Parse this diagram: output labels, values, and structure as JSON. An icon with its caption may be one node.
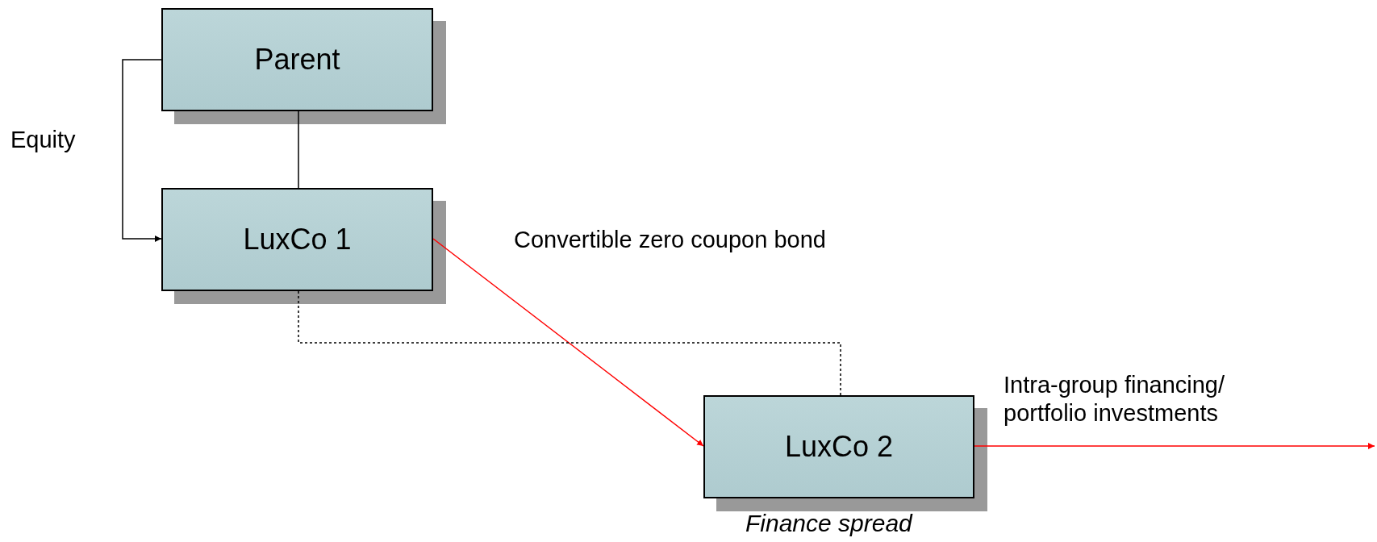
{
  "diagram": {
    "nodes": [
      {
        "text": [
          "Parent"
        ]
      },
      {
        "text": [
          "LuxCo 1"
        ]
      },
      {
        "text": [
          "LuxCo 2"
        ],
        "beside": [
          "Finance spread"
        ]
      }
    ],
    "edges": [
      {
        "from": 0,
        "to": 1,
        "arrow": "none"
      },
      {
        "from": 0,
        "to": 1,
        "arrow": "to",
        "label": "Equity"
      },
      {
        "from": 1,
        "to": 2,
        "arrow": "to",
        "label": "Convertible zero coupon bond",
        "color": "#ff0000"
      },
      {
        "from": 1,
        "to": 2,
        "arrow": "none",
        "style": "dashed"
      },
      {
        "from": 2,
        "to": null,
        "arrow": "to",
        "label": "Intra-group financing/ portfolio investments",
        "color": "#ff0000"
      }
    ]
  }
}
